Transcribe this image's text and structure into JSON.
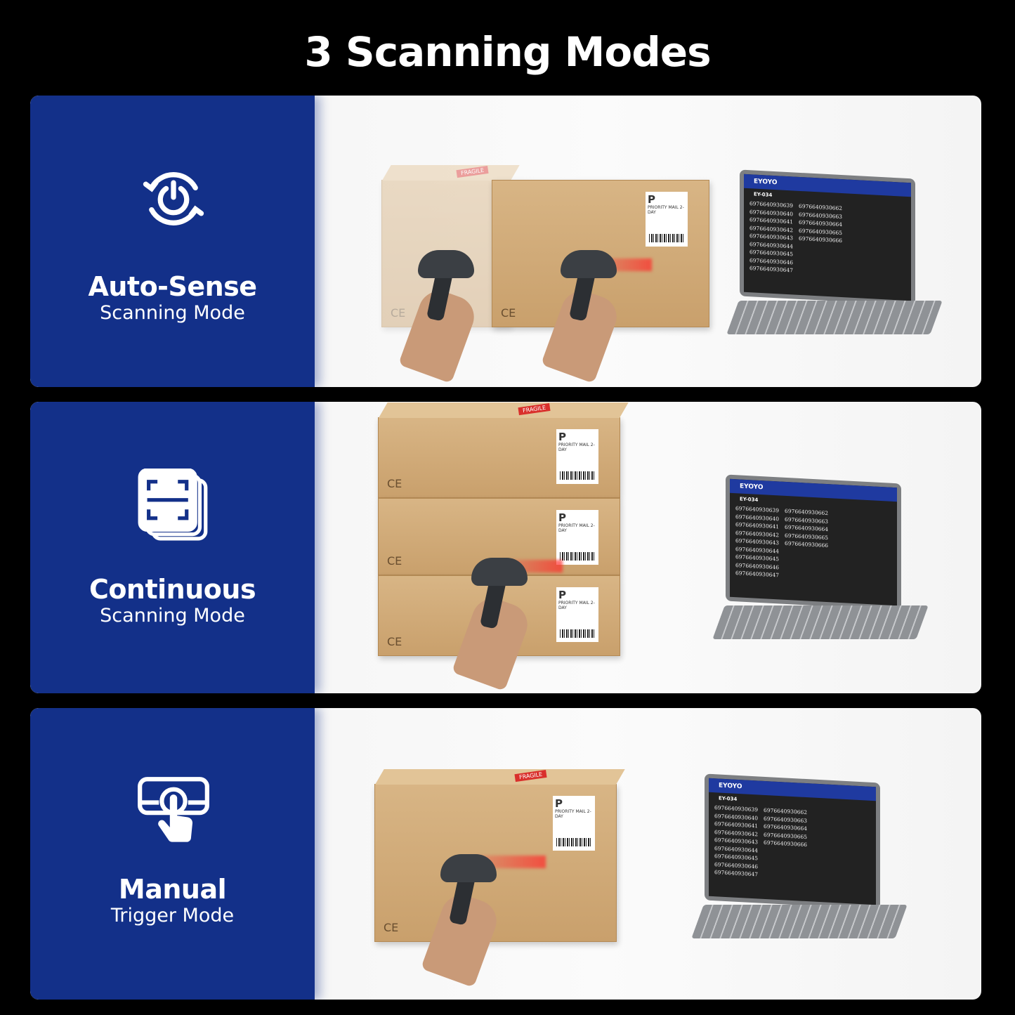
{
  "title": "3 Scanning Modes",
  "colors": {
    "panel_blue": "#133089",
    "laser": "#ff2828",
    "screen_header": "#1f3aa0"
  },
  "modes": [
    {
      "name": "Auto-Sense",
      "subtitle": "Scanning Mode",
      "icon": "auto-sense-power-cycle-icon"
    },
    {
      "name": "Continuous",
      "subtitle": "Scanning Mode",
      "icon": "stacked-scan-frame-icon"
    },
    {
      "name": "Manual",
      "subtitle": "Trigger Mode",
      "icon": "finger-press-trigger-icon"
    }
  ],
  "box_label": {
    "letter": "P",
    "service": "PRIORITY MAIL 2-DAY",
    "ce_mark": "CE",
    "fragile": "FRAGILE"
  },
  "laptop_screen": {
    "brand": "EYOYO",
    "model": "EY-034",
    "codes_left": [
      "6976640930639",
      "6976640930640",
      "6976640930641",
      "6976640930642",
      "6976640930643",
      "6976640930644",
      "6976640930645",
      "6976640930646",
      "6976640930647"
    ],
    "codes_right": [
      "6976640930662",
      "6976640930663",
      "6976640930664",
      "6976640930665",
      "6976640930666"
    ]
  }
}
